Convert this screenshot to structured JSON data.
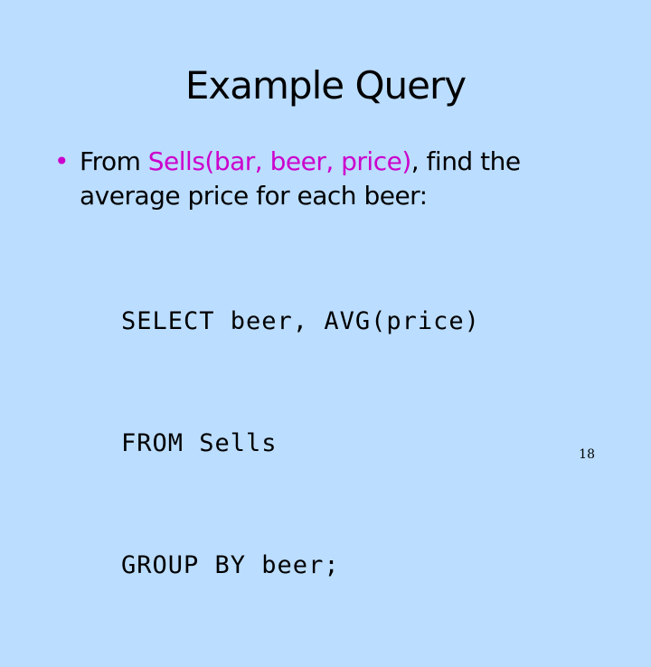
{
  "slide": {
    "title": "Example Query",
    "bullet": {
      "marker": "•",
      "prefix": "From ",
      "relation": "Sells(bar, beer, price)",
      "suffix": ", find the average price for each beer:"
    },
    "code_lines": [
      "SELECT beer, AVG(price)",
      "FROM Sells",
      "GROUP BY beer;"
    ],
    "page_number": "18",
    "colors": {
      "background": "#bbddff",
      "highlight": "#cc00cc",
      "text": "#000000"
    }
  }
}
